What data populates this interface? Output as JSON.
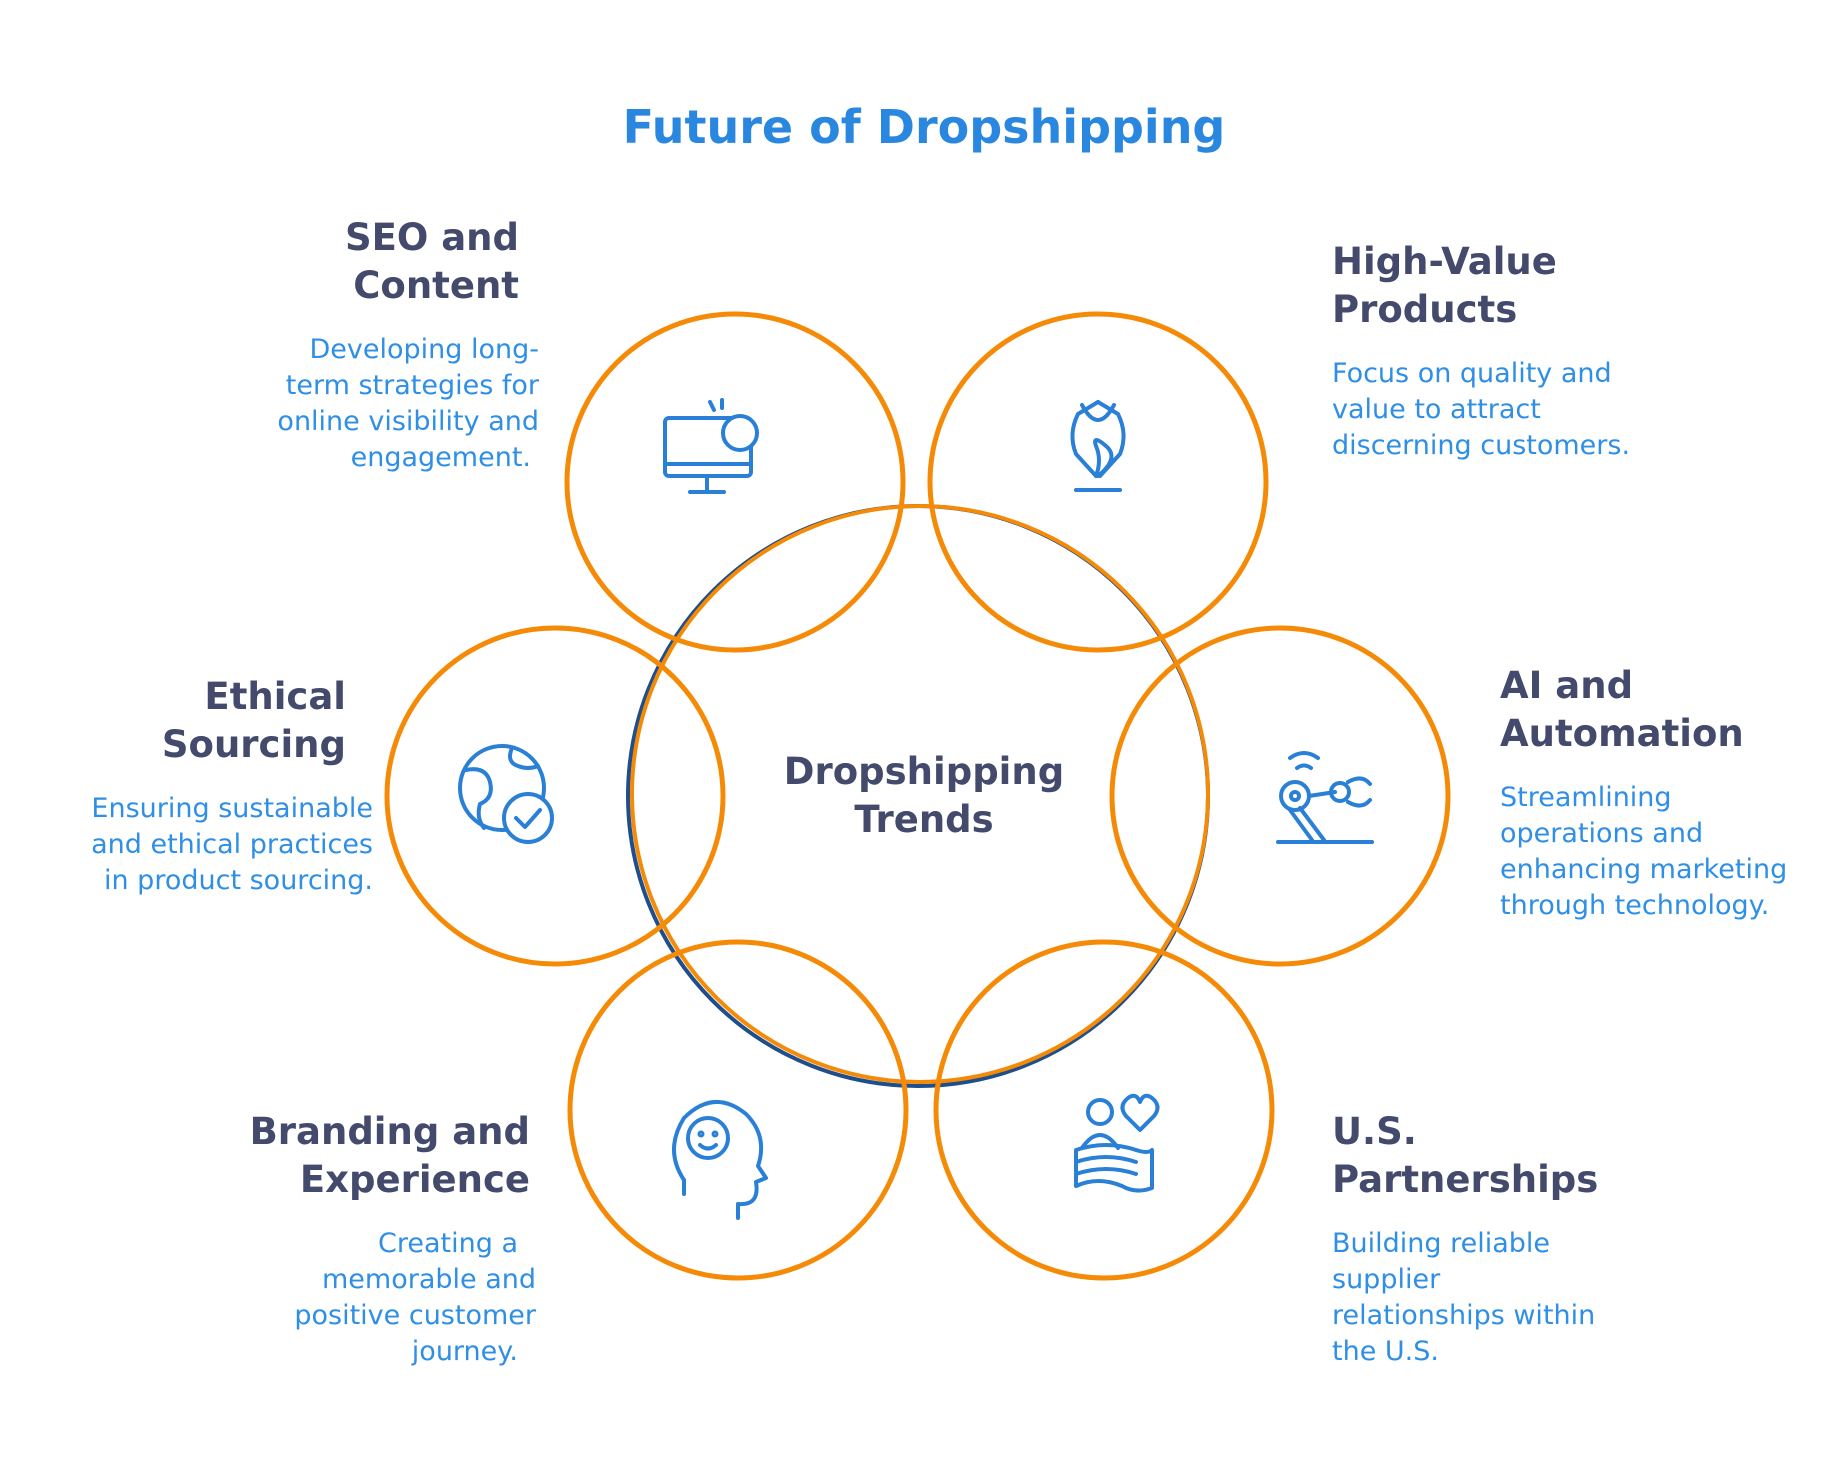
{
  "title": "Future of Dropshipping",
  "center": {
    "line1": "Dropshipping",
    "line2": "Trends"
  },
  "colors": {
    "title": "#2a87e0",
    "ring": "#f58a07",
    "center_ring": "#1f4e8c",
    "heading": "#434a6b",
    "desc": "#2f8fe6",
    "icon": "#2a7fd6"
  },
  "items": [
    {
      "icon": "monitor-search-icon",
      "heading": [
        "SEO and",
        "Content"
      ],
      "desc": [
        "Developing long-",
        "term strategies for",
        "online visibility and",
        "engagement."
      ]
    },
    {
      "icon": "jewelry-bust-icon",
      "heading": [
        "High-Value",
        "Products"
      ],
      "desc": [
        "Focus on quality and",
        "value to attract",
        "discerning customers."
      ]
    },
    {
      "icon": "globe-check-icon",
      "heading": [
        "Ethical",
        "Sourcing"
      ],
      "desc": [
        "Ensuring sustainable",
        "and ethical practices",
        "in product sourcing."
      ]
    },
    {
      "icon": "robot-arm-icon",
      "heading": [
        "AI and",
        "Automation"
      ],
      "desc": [
        "Streamlining",
        "operations and",
        "enhancing marketing",
        "through technology."
      ]
    },
    {
      "icon": "head-smile-icon",
      "heading": [
        "Branding and",
        "Experience"
      ],
      "desc": [
        "Creating a",
        "memorable and",
        "positive customer",
        "journey."
      ]
    },
    {
      "icon": "person-heart-flag-icon",
      "heading": [
        "U.S.",
        "Partnerships"
      ],
      "desc": [
        "Building reliable",
        "supplier",
        "relationships within",
        "the U.S."
      ]
    }
  ]
}
